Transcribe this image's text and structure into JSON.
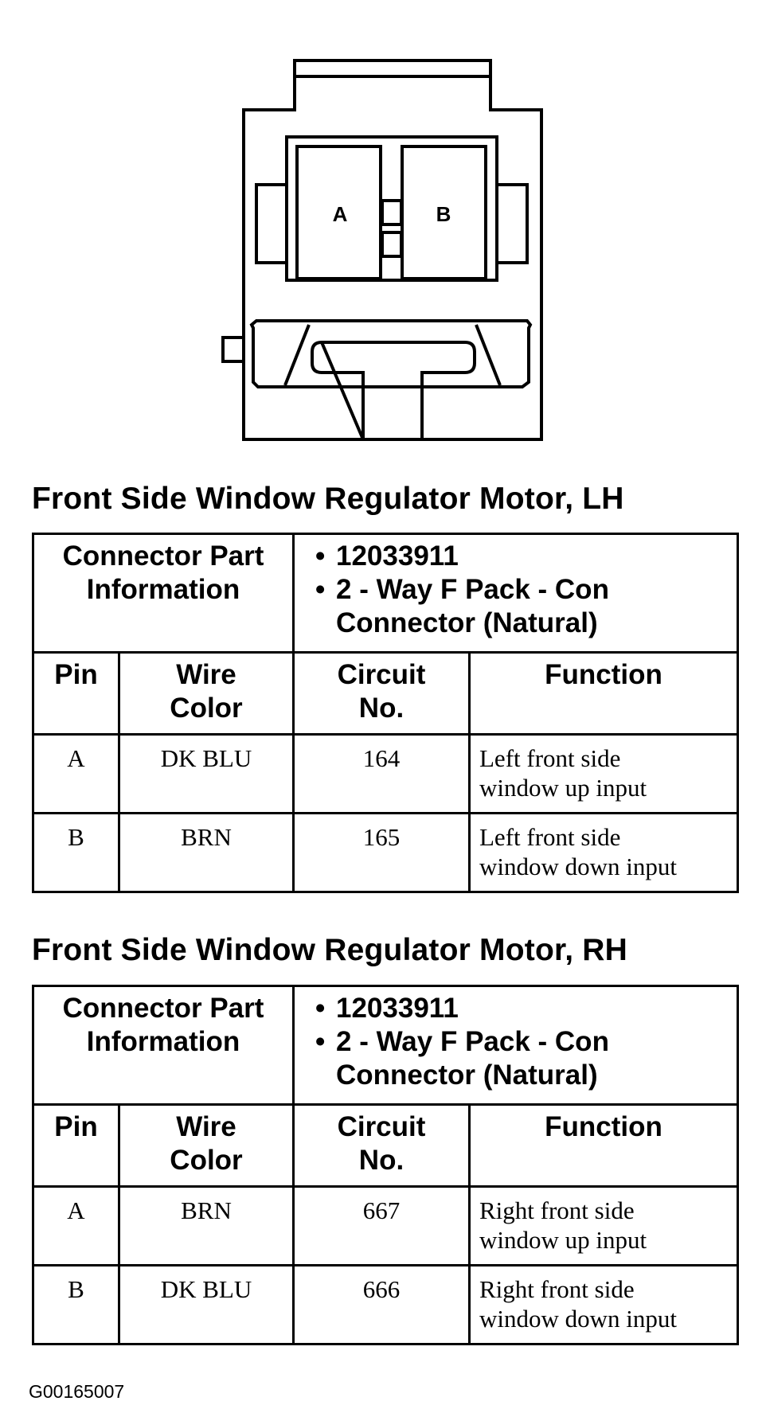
{
  "connector": {
    "cavity_a": "A",
    "cavity_b": "B"
  },
  "tables": [
    {
      "title": "Front Side Window Regulator Motor, LH",
      "connector_info_label": [
        "Connector Part",
        "Information"
      ],
      "part_number": "12033911",
      "description": [
        "2 - Way F Pack - Con",
        "Connector (Natural)"
      ],
      "columns": [
        [
          "Pin"
        ],
        [
          "Wire",
          "Color"
        ],
        [
          "Circuit",
          "No."
        ],
        [
          "Function"
        ]
      ],
      "rows": [
        {
          "pin": "A",
          "wire_color": "DK BLU",
          "circuit": "164",
          "function": [
            "Left front side",
            "window up input"
          ]
        },
        {
          "pin": "B",
          "wire_color": "BRN",
          "circuit": "165",
          "function": [
            "Left front side",
            "window down input"
          ]
        }
      ]
    },
    {
      "title": "Front Side Window Regulator Motor, RH",
      "connector_info_label": [
        "Connector Part",
        "Information"
      ],
      "part_number": "12033911",
      "description": [
        "2 - Way F Pack - Con",
        "Connector (Natural)"
      ],
      "columns": [
        [
          "Pin"
        ],
        [
          "Wire",
          "Color"
        ],
        [
          "Circuit",
          "No."
        ],
        [
          "Function"
        ]
      ],
      "rows": [
        {
          "pin": "A",
          "wire_color": "BRN",
          "circuit": "667",
          "function": [
            "Right front side",
            "window up input"
          ]
        },
        {
          "pin": "B",
          "wire_color": "DK BLU",
          "circuit": "666",
          "function": [
            "Right front side",
            "window down input"
          ]
        }
      ]
    }
  ],
  "figure_id": "G00165007"
}
